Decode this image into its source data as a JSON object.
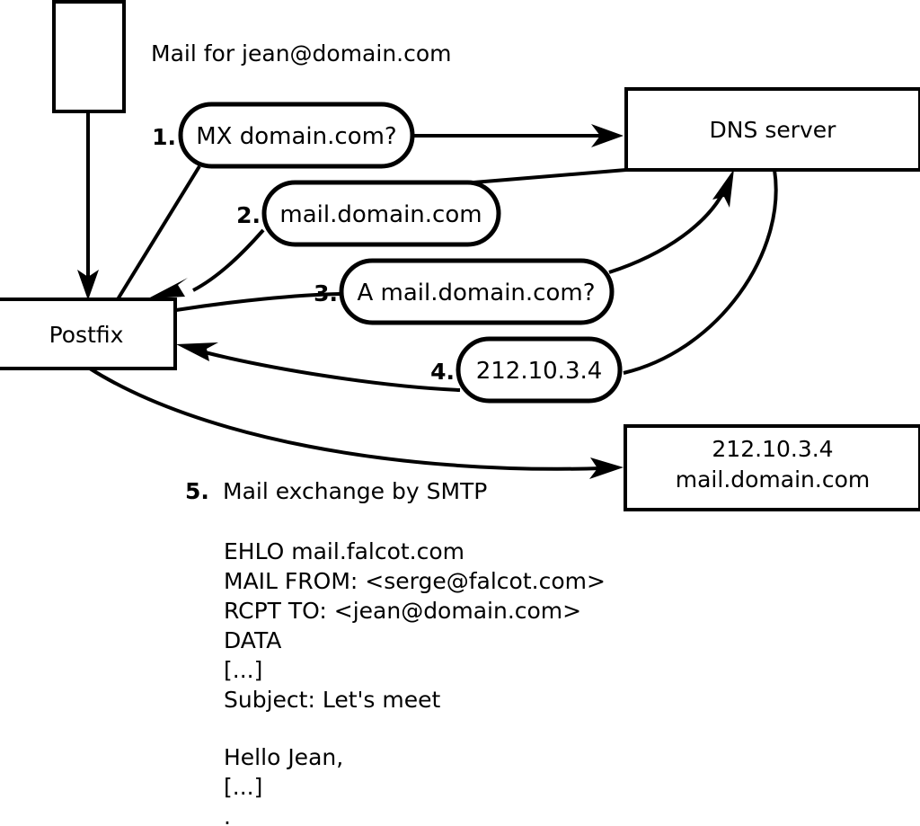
{
  "diagram": {
    "caption": "Mail for jean@domain.com",
    "nodes": [
      {
        "id": "client-box",
        "label": ""
      },
      {
        "id": "postfix-box",
        "label": "Postfix"
      },
      {
        "id": "dns-box",
        "label": "DNS server"
      },
      {
        "id": "target-box",
        "line1": "212.10.3.4",
        "line2": "mail.domain.com"
      }
    ],
    "steps": [
      {
        "number": "1.",
        "text": "MX domain.com?"
      },
      {
        "number": "2.",
        "text": "mail.domain.com"
      },
      {
        "number": "3.",
        "text": "A mail.domain.com?"
      },
      {
        "number": "4.",
        "text": "212.10.3.4"
      }
    ],
    "step5": {
      "number": "5.",
      "label": "Mail exchange by SMTP"
    },
    "smtp_transcript": [
      "EHLO mail.falcot.com",
      "MAIL FROM: <serge@falcot.com>",
      "RCPT TO: <jean@domain.com>",
      "DATA",
      "[...]",
      "Subject: Let's meet",
      "",
      "Hello Jean,",
      "[...]",
      "."
    ],
    "colors": {
      "stroke": "#000000",
      "fill": "#ffffff"
    }
  }
}
